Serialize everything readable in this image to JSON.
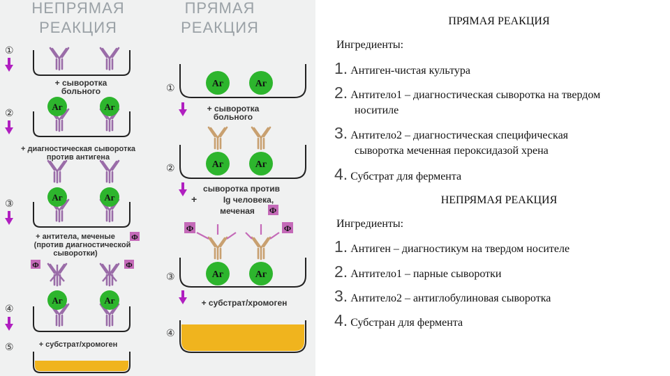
{
  "left_columns": {
    "indirect_title_line1": "НЕПРЯМАЯ",
    "indirect_title_line2": "РЕАКЦИЯ",
    "direct_title_line1": "ПРЯМАЯ",
    "direct_title_line2": "РЕАКЦИЯ"
  },
  "diagram_indirect": {
    "steps": [
      "①",
      "②",
      "③",
      "④",
      "⑤"
    ],
    "antigen_label": "Аг",
    "enzyme_label": "Ф",
    "step1_label1": "+ сыворотка",
    "step1_label2": "больного",
    "step2_label1": "+ диагностическая сыворотка",
    "step2_label2": "против антигена",
    "step3_label1": "+ антитела, меченые",
    "step3_label2": "(против диагностической",
    "step3_label3": "сыворотки)",
    "step4_label": "+ субстрат/хромоген"
  },
  "diagram_direct": {
    "steps": [
      "①",
      "②",
      "③",
      "④"
    ],
    "antigen_label": "Аг",
    "enzyme_label": "Ф",
    "step1_label1": "+ сыворотка",
    "step1_label2": "больного",
    "step2_label1": "сыворотка против",
    "step2_label2": "Ig человека,",
    "step2_label3": "меченая",
    "step3_label": "+ субстрат/хромоген"
  },
  "text_panel": {
    "direct_heading": "ПРЯМАЯ РЕАКЦИЯ",
    "direct_ingredients": "Ингредиенты:",
    "direct_items": [
      {
        "num": "1.",
        "text": "Антиген-чистая культура"
      },
      {
        "num": "2.",
        "text": "Антитело1 – диагностическая сыворотка на твердом",
        "cont": "носитиле"
      },
      {
        "num": "3.",
        "text": "Антитело2 – диагностическая специфическая",
        "cont": "сыворотка меченная пероксидазой хрена"
      },
      {
        "num": "4.",
        "text": "Субстрат для фермента"
      }
    ],
    "indirect_heading": "НЕПРЯМАЯ РЕАКЦИЯ",
    "indirect_ingredients": "Ингредиенты:",
    "indirect_items": [
      {
        "num": "1.",
        "text": "Антиген – диагностикум на твердом носителе"
      },
      {
        "num": "2.",
        "text": "Антитело1 – парные сыворотки"
      },
      {
        "num": "3.",
        "text": "Антитело2 – антиглобулиновая сыворотка"
      },
      {
        "num": "4.",
        "text": "Субстран для фермента"
      }
    ]
  },
  "colors": {
    "antigen": "#2db52d",
    "antibody_patient": "#9a6ca8",
    "antibody_labeled": "#c8a070",
    "enzyme": "#c46ab8",
    "arrow": "#b01fc0",
    "substrate": "#f0b41e",
    "well": "#222222"
  }
}
